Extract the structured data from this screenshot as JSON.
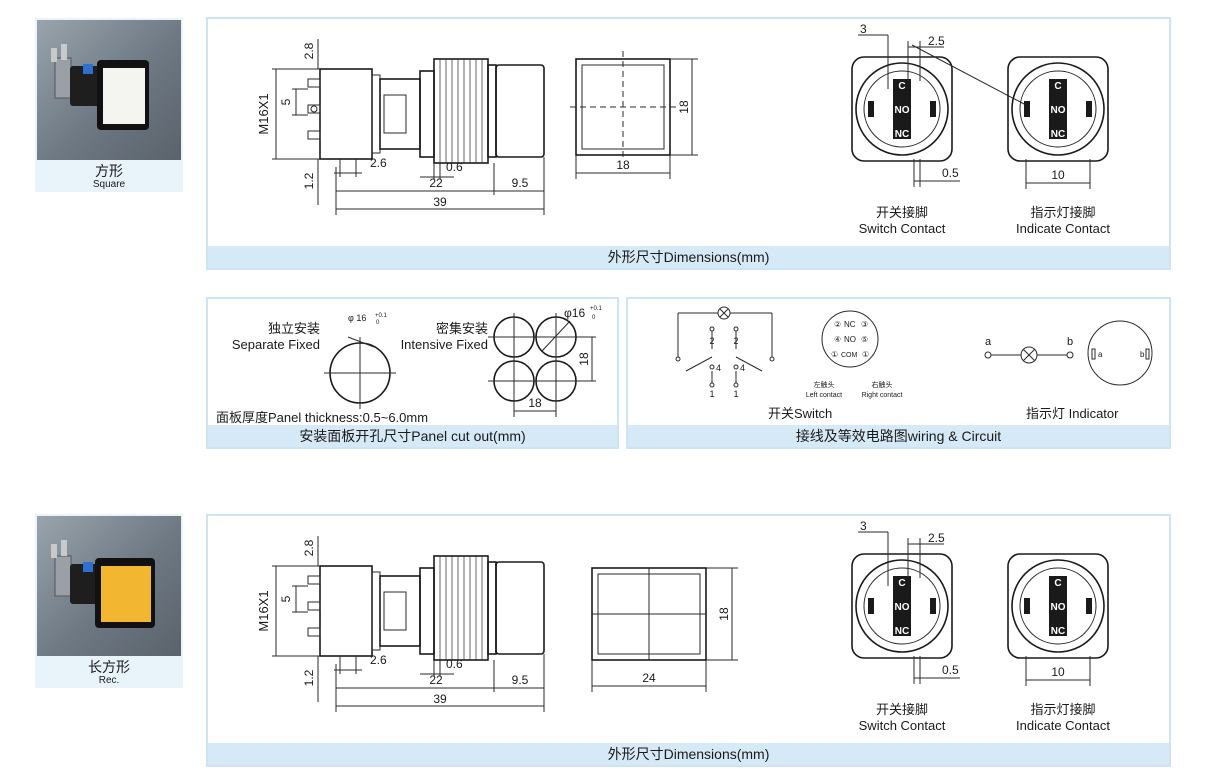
{
  "square": {
    "name_zh": "方形",
    "name_en": "Square",
    "dims": {
      "d2_8": "2.8",
      "thread": "M16X1",
      "d5": "5",
      "d1_2": "1.2",
      "d2_6": "2.6",
      "d0_6": "0.6",
      "d22": "22",
      "d9_5": "9.5",
      "d39": "39",
      "face_w": "18",
      "face_h": "18",
      "d3": "3",
      "d2_5": "2.5",
      "d0_5": "0.5",
      "d10": "10"
    },
    "terminals": [
      "C",
      "NO",
      "NC"
    ],
    "switch_contact_zh": "开关接脚",
    "switch_contact_en": "Switch Contact",
    "indicate_contact_zh": "指示灯接脚",
    "indicate_contact_en": "Indicate Contact",
    "footer": "外形尺寸Dimensions(mm)"
  },
  "cutout": {
    "separate_zh": "独立安装",
    "separate_en": "Separate Fixed",
    "intensive_zh": "密集安装",
    "intensive_en": "Intensive Fixed",
    "phi_small": "φ 16",
    "tol_small_up": "+0.1",
    "tol_small_low": "0",
    "phi_large": "φ16",
    "tol_large_up": "+0.1",
    "tol_large_low": "0",
    "d18_v": "18",
    "d18_h": "18",
    "panel_thickness": "面板厚度Panel thickness:0.5~6.0mm",
    "footer": "安装面板开孔尺寸Panel cut out(mm)"
  },
  "wiring": {
    "n2a": "2",
    "n2b": "2",
    "n4a": "4",
    "n4b": "4",
    "n1a": "1",
    "n1b": "1",
    "pin2": "②",
    "pin3": "③",
    "pin4": "④",
    "pin5": "⑤",
    "pin1a": "①",
    "pin1b": "①",
    "nc": "NC",
    "no": "NO",
    "com": "COM",
    "left_contact_zh": "左触头",
    "left_contact_en": "Left contact",
    "right_contact_zh": "右触头",
    "right_contact_en": "Right contact",
    "switch_label": "开关Switch",
    "a": "a",
    "b": "b",
    "ind_a": "a",
    "ind_b": "b",
    "indicator_label": "指示灯 Indicator",
    "footer": "接线及等效电路图wiring & Circuit"
  },
  "rect": {
    "name_zh": "长方形",
    "name_en": "Rec.",
    "dims": {
      "d2_8": "2.8",
      "thread": "M16X1",
      "d5": "5",
      "d1_2": "1.2",
      "d2_6": "2.6",
      "d0_6": "0.6",
      "d22": "22",
      "d9_5": "9.5",
      "d39": "39",
      "face_w": "24",
      "face_h": "18",
      "d3": "3",
      "d2_5": "2.5",
      "d0_5": "0.5",
      "d10": "10"
    },
    "terminals": [
      "C",
      "NO",
      "NC"
    ],
    "switch_contact_zh": "开关接脚",
    "switch_contact_en": "Switch Contact",
    "indicate_contact_zh": "指示灯接脚",
    "indicate_contact_en": "Indicate Contact",
    "footer": "外形尺寸Dimensions(mm)"
  },
  "colors": {
    "panel_border": "#cfe4f3",
    "footer_bg": "#d6e9f6",
    "lens_square": "#f4f4f0",
    "lens_rect": "#f2b630"
  }
}
